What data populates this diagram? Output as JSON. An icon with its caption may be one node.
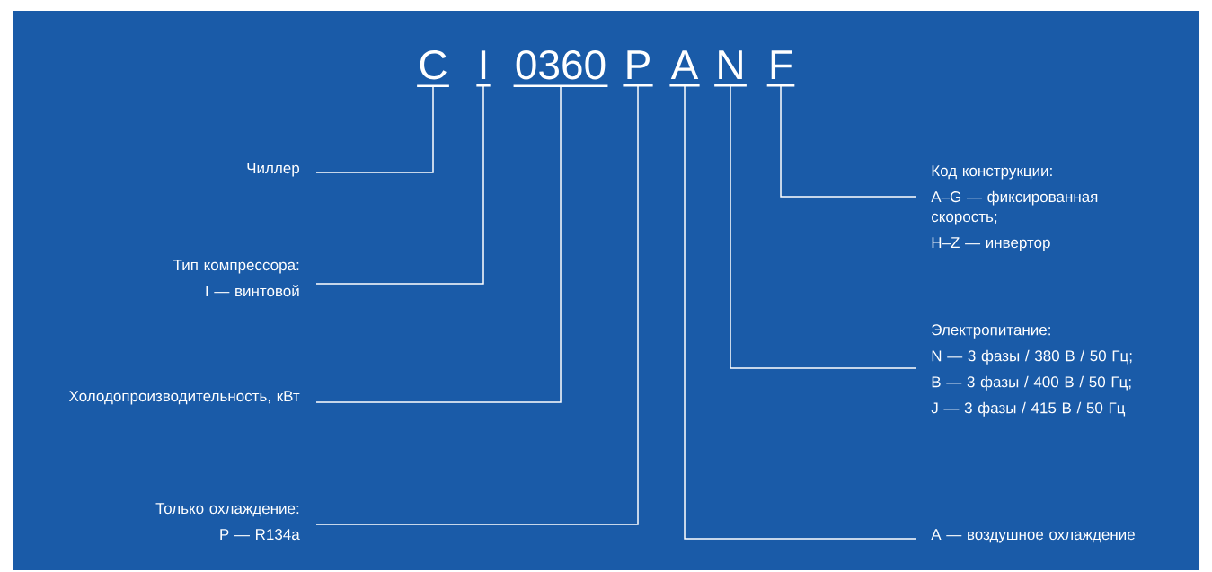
{
  "diagram": {
    "nodes": [
      {
        "text": [
          "C"
        ]
      },
      {
        "text": [
          "I"
        ]
      },
      {
        "text": [
          "0360"
        ]
      },
      {
        "text": [
          "P"
        ]
      },
      {
        "text": [
          "A"
        ]
      },
      {
        "text": [
          "N"
        ]
      },
      {
        "text": [
          "F"
        ]
      },
      {
        "text": [
          "Чиллер"
        ]
      },
      {
        "text": [
          "Тип компрессора:",
          "I — винтовой"
        ]
      },
      {
        "text": [
          "Холодопроизводительность, кВт"
        ]
      },
      {
        "text": [
          "Только охлаждение:",
          "P — R134a"
        ]
      },
      {
        "text": [
          "Код конструкции:",
          "A–G — фиксированная скорость;",
          "H–Z — инвертор"
        ]
      },
      {
        "text": [
          "Электропитание:",
          "N — 3 фазы / 380 В / 50 Гц;",
          "B — 3 фазы / 400 В / 50 Гц;",
          "J — 3 фазы / 415 В / 50 Гц"
        ]
      },
      {
        "text": [
          "A — воздушное охлаждение"
        ]
      }
    ],
    "edges": [
      {
        "from": 7,
        "to": 0,
        "arrow": "none"
      },
      {
        "from": 8,
        "to": 1,
        "arrow": "none"
      },
      {
        "from": 9,
        "to": 2,
        "arrow": "none"
      },
      {
        "from": 10,
        "to": 3,
        "arrow": "none"
      },
      {
        "from": 11,
        "to": 6,
        "arrow": "none"
      },
      {
        "from": 12,
        "to": 5,
        "arrow": "none"
      },
      {
        "from": 13,
        "to": 4,
        "arrow": "none"
      }
    ]
  }
}
